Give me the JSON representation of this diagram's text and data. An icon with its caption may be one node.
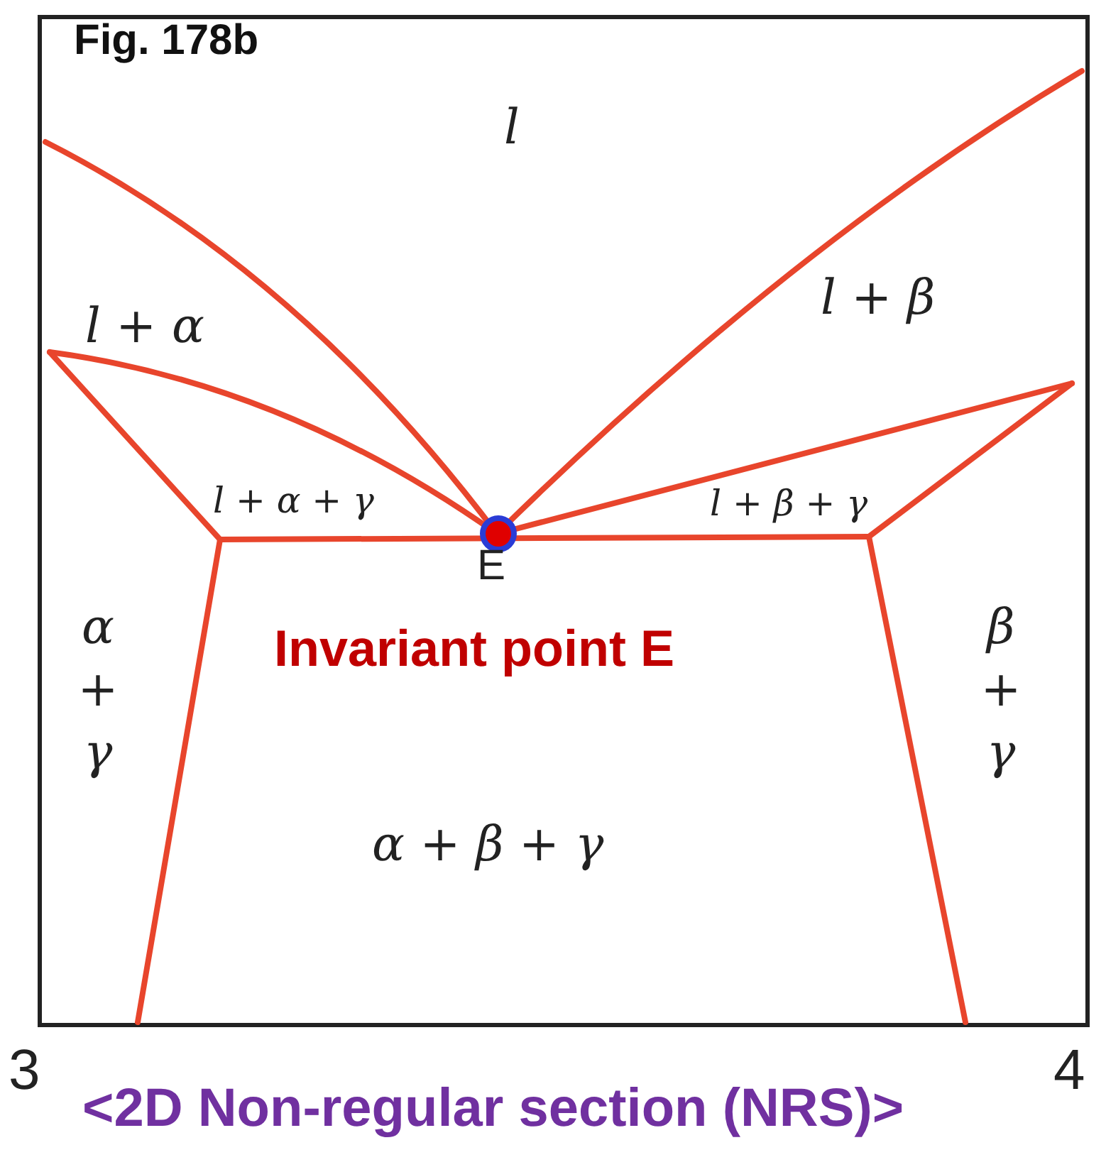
{
  "diagram": {
    "title": "Fig. 178b",
    "caption": "<2D Non-regular section (NRS)>",
    "labels": [
      "l",
      "l + α",
      "l + β",
      "l + α + γ",
      "l + β + γ",
      "E",
      "Invariant point E",
      "α + γ",
      "β + γ",
      "α + β + γ",
      "3",
      "4"
    ]
  }
}
